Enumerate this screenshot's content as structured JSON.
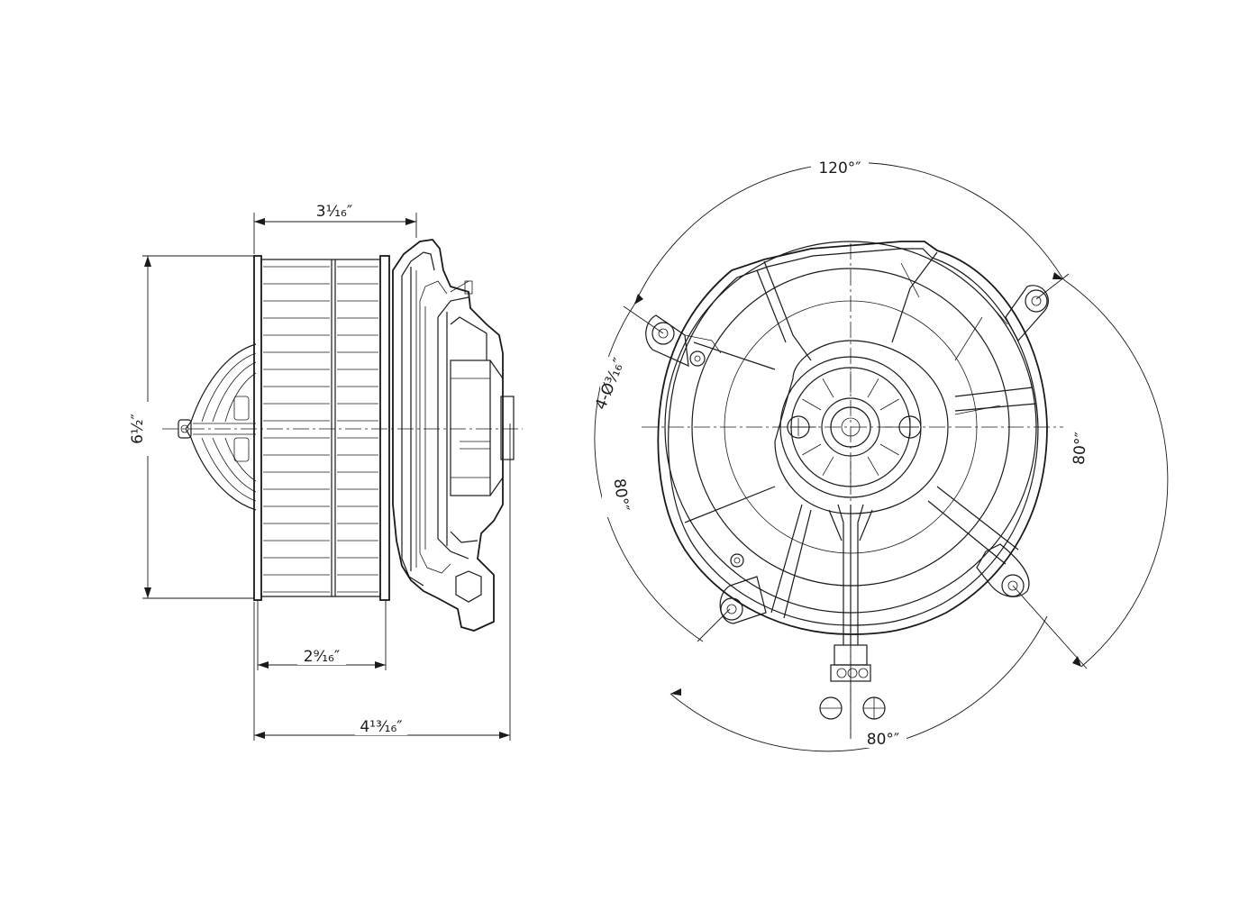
{
  "side_view": {
    "dim_top": "3¹⁄₁₆″",
    "dim_height": "6½″",
    "dim_bottom": "2⁹⁄₁₆″",
    "dim_overall": "4¹³⁄₁₆″"
  },
  "front_view": {
    "angle_top": "120°″",
    "angle_left": "80°″",
    "angle_right": "80°″",
    "angle_bottom": "80°″",
    "holes": "4-Ø³⁄₁₆″"
  }
}
